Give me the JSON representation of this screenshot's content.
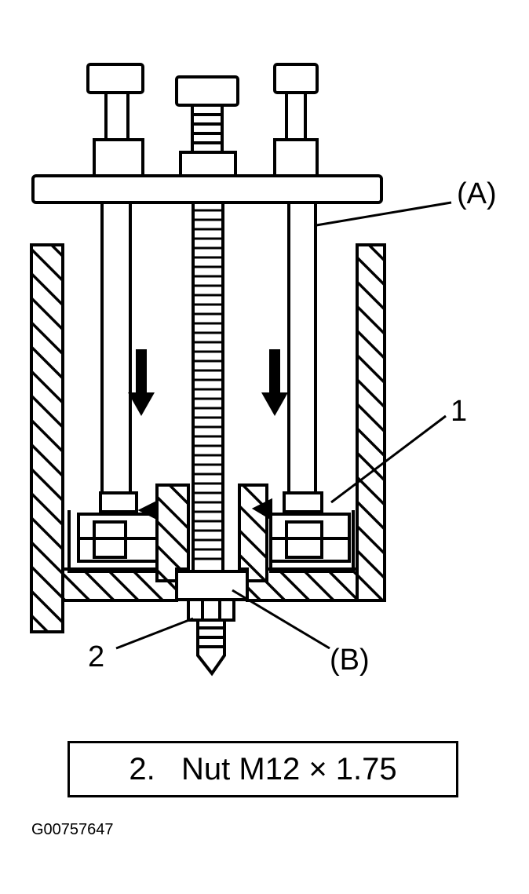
{
  "labels": {
    "A": "(A)",
    "one": "1",
    "two": "2",
    "B": "(B)"
  },
  "legend": {
    "text": "2.   Nut M12 × 1.75"
  },
  "figure_code": "G00757647",
  "icons": {
    "left_arrow": "down-arrow-icon",
    "right_arrow": "down-arrow-icon"
  },
  "colors": {
    "ink": "#000000",
    "paper": "#ffffff"
  }
}
